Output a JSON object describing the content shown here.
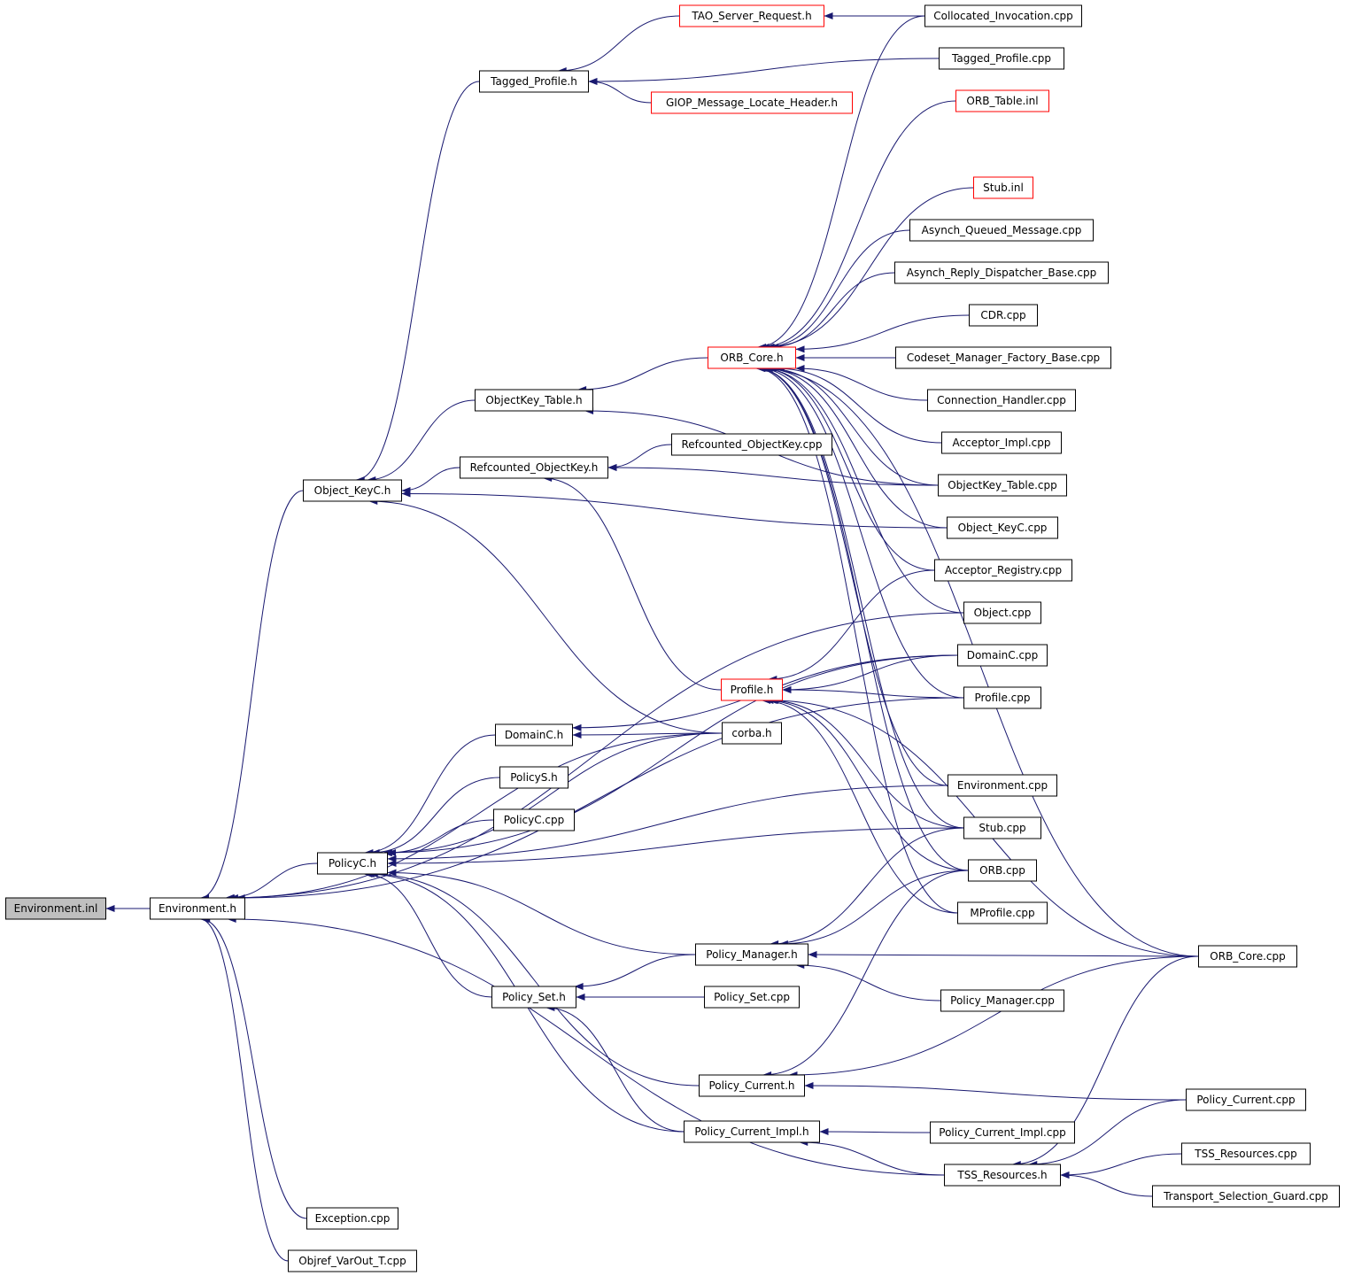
{
  "colors": {
    "edge": "#191970",
    "node_border": "#000000",
    "truncated_border": "#ff0000",
    "root_fill": "#bfbfbf"
  },
  "nodes": [
    {
      "id": "environment_inl",
      "label": "Environment.inl",
      "style": "root"
    },
    {
      "id": "environment_h",
      "label": "Environment.h"
    },
    {
      "id": "tao_server_request_h",
      "label": "TAO_Server_Request.h",
      "style": "truncated"
    },
    {
      "id": "collocated_invocation_cpp",
      "label": "Collocated_Invocation.cpp"
    },
    {
      "id": "tagged_profile_h",
      "label": "Tagged_Profile.h"
    },
    {
      "id": "tagged_profile_cpp",
      "label": "Tagged_Profile.cpp"
    },
    {
      "id": "giop_message_locate_header_h",
      "label": "GIOP_Message_Locate_Header.h",
      "style": "truncated"
    },
    {
      "id": "orb_table_inl",
      "label": "ORB_Table.inl",
      "style": "truncated"
    },
    {
      "id": "stub_inl",
      "label": "Stub.inl",
      "style": "truncated"
    },
    {
      "id": "asynch_queued_message_cpp",
      "label": "Asynch_Queued_Message.cpp"
    },
    {
      "id": "asynch_reply_dispatcher_base_cpp",
      "label": "Asynch_Reply_Dispatcher_Base.cpp"
    },
    {
      "id": "cdr_cpp",
      "label": "CDR.cpp"
    },
    {
      "id": "orb_core_h",
      "label": "ORB_Core.h",
      "style": "truncated"
    },
    {
      "id": "codeset_manager_factory_base_cpp",
      "label": "Codeset_Manager_Factory_Base.cpp"
    },
    {
      "id": "objectkey_table_h",
      "label": "ObjectKey_Table.h"
    },
    {
      "id": "connection_handler_cpp",
      "label": "Connection_Handler.cpp"
    },
    {
      "id": "refcounted_objectkey_cpp",
      "label": "Refcounted_ObjectKey.cpp"
    },
    {
      "id": "acceptor_impl_cpp",
      "label": "Acceptor_Impl.cpp"
    },
    {
      "id": "refcounted_objectkey_h",
      "label": "Refcounted_ObjectKey.h"
    },
    {
      "id": "objectkey_table_cpp",
      "label": "ObjectKey_Table.cpp"
    },
    {
      "id": "object_keyc_h",
      "label": "Object_KeyC.h"
    },
    {
      "id": "object_keyc_cpp",
      "label": "Object_KeyC.cpp"
    },
    {
      "id": "acceptor_registry_cpp",
      "label": "Acceptor_Registry.cpp"
    },
    {
      "id": "object_cpp",
      "label": "Object.cpp"
    },
    {
      "id": "domainc_cpp",
      "label": "DomainC.cpp"
    },
    {
      "id": "profile_h",
      "label": "Profile.h",
      "style": "truncated"
    },
    {
      "id": "profile_cpp",
      "label": "Profile.cpp"
    },
    {
      "id": "domainc_h",
      "label": "DomainC.h"
    },
    {
      "id": "corba_h",
      "label": "corba.h"
    },
    {
      "id": "policys_h",
      "label": "PolicyS.h"
    },
    {
      "id": "environment_cpp",
      "label": "Environment.cpp"
    },
    {
      "id": "policyc_cpp",
      "label": "PolicyC.cpp"
    },
    {
      "id": "stub_cpp",
      "label": "Stub.cpp"
    },
    {
      "id": "policyc_h",
      "label": "PolicyC.h"
    },
    {
      "id": "orb_cpp",
      "label": "ORB.cpp"
    },
    {
      "id": "mprofile_cpp",
      "label": "MProfile.cpp"
    },
    {
      "id": "policy_manager_h",
      "label": "Policy_Manager.h"
    },
    {
      "id": "orb_core_cpp",
      "label": "ORB_Core.cpp"
    },
    {
      "id": "policy_set_h",
      "label": "Policy_Set.h"
    },
    {
      "id": "policy_set_cpp",
      "label": "Policy_Set.cpp"
    },
    {
      "id": "policy_manager_cpp",
      "label": "Policy_Manager.cpp"
    },
    {
      "id": "policy_current_h",
      "label": "Policy_Current.h"
    },
    {
      "id": "policy_current_cpp",
      "label": "Policy_Current.cpp"
    },
    {
      "id": "policy_current_impl_h",
      "label": "Policy_Current_Impl.h"
    },
    {
      "id": "policy_current_impl_cpp",
      "label": "Policy_Current_Impl.cpp"
    },
    {
      "id": "tss_resources_cpp",
      "label": "TSS_Resources.cpp"
    },
    {
      "id": "tss_resources_h",
      "label": "TSS_Resources.h"
    },
    {
      "id": "transport_selection_guard_cpp",
      "label": "Transport_Selection_Guard.cpp"
    },
    {
      "id": "exception_cpp",
      "label": "Exception.cpp"
    },
    {
      "id": "objref_varout_t_cpp",
      "label": "Objref_VarOut_T.cpp"
    }
  ],
  "edges": [
    [
      "environment_h",
      "environment_inl"
    ],
    [
      "object_keyc_h",
      "environment_h"
    ],
    [
      "policyc_h",
      "environment_h"
    ],
    [
      "profile_cpp",
      "environment_h"
    ],
    [
      "tss_resources_h",
      "environment_h"
    ],
    [
      "exception_cpp",
      "environment_h"
    ],
    [
      "objref_varout_t_cpp",
      "environment_h"
    ],
    [
      "object_cpp",
      "environment_h"
    ],
    [
      "corba_h",
      "environment_h"
    ],
    [
      "tagged_profile_h",
      "object_keyc_h"
    ],
    [
      "objectkey_table_h",
      "object_keyc_h"
    ],
    [
      "refcounted_objectkey_h",
      "object_keyc_h"
    ],
    [
      "object_keyc_cpp",
      "object_keyc_h"
    ],
    [
      "corba_h",
      "object_keyc_h"
    ],
    [
      "tao_server_request_h",
      "tagged_profile_h"
    ],
    [
      "tagged_profile_cpp",
      "tagged_profile_h"
    ],
    [
      "giop_message_locate_header_h",
      "tagged_profile_h"
    ],
    [
      "collocated_invocation_cpp",
      "tao_server_request_h"
    ],
    [
      "orb_core_h",
      "objectkey_table_h"
    ],
    [
      "objectkey_table_cpp",
      "objectkey_table_h"
    ],
    [
      "refcounted_objectkey_cpp",
      "refcounted_objectkey_h"
    ],
    [
      "objectkey_table_cpp",
      "refcounted_objectkey_h"
    ],
    [
      "profile_h",
      "refcounted_objectkey_h"
    ],
    [
      "collocated_invocation_cpp",
      "orb_core_h"
    ],
    [
      "orb_table_inl",
      "orb_core_h"
    ],
    [
      "orb_core_cpp",
      "orb_core_h"
    ],
    [
      "stub_inl",
      "orb_core_h"
    ],
    [
      "asynch_queued_message_cpp",
      "orb_core_h"
    ],
    [
      "asynch_reply_dispatcher_base_cpp",
      "orb_core_h"
    ],
    [
      "cdr_cpp",
      "orb_core_h"
    ],
    [
      "codeset_manager_factory_base_cpp",
      "orb_core_h"
    ],
    [
      "connection_handler_cpp",
      "orb_core_h"
    ],
    [
      "acceptor_impl_cpp",
      "orb_core_h"
    ],
    [
      "objectkey_table_cpp",
      "orb_core_h"
    ],
    [
      "object_keyc_cpp",
      "orb_core_h"
    ],
    [
      "acceptor_registry_cpp",
      "orb_core_h"
    ],
    [
      "object_cpp",
      "orb_core_h"
    ],
    [
      "profile_cpp",
      "orb_core_h"
    ],
    [
      "stub_cpp",
      "orb_core_h"
    ],
    [
      "orb_cpp",
      "orb_core_h"
    ],
    [
      "environment_cpp",
      "orb_core_h"
    ],
    [
      "mprofile_cpp",
      "orb_core_h"
    ],
    [
      "acceptor_registry_cpp",
      "profile_h"
    ],
    [
      "domainc_cpp",
      "profile_h"
    ],
    [
      "profile_cpp",
      "profile_h"
    ],
    [
      "orb_core_cpp",
      "profile_h"
    ],
    [
      "stub_cpp",
      "profile_h"
    ],
    [
      "orb_cpp",
      "profile_h"
    ],
    [
      "mprofile_cpp",
      "profile_h"
    ],
    [
      "corba_h",
      "domainc_h"
    ],
    [
      "domainc_cpp",
      "domainc_h"
    ],
    [
      "corba_h",
      "policyc_h"
    ],
    [
      "domainc_h",
      "policyc_h"
    ],
    [
      "policys_h",
      "policyc_h"
    ],
    [
      "policyc_cpp",
      "policyc_h"
    ],
    [
      "domainc_cpp",
      "policyc_h"
    ],
    [
      "environment_cpp",
      "policyc_h"
    ],
    [
      "policy_manager_h",
      "policyc_h"
    ],
    [
      "policy_set_h",
      "policyc_h"
    ],
    [
      "policy_current_h",
      "policyc_h"
    ],
    [
      "policy_current_impl_h",
      "policyc_h"
    ],
    [
      "stub_cpp",
      "policyc_h"
    ],
    [
      "policy_set_cpp",
      "policy_set_h"
    ],
    [
      "policy_manager_h",
      "policy_set_h"
    ],
    [
      "policy_current_impl_h",
      "policy_set_h"
    ],
    [
      "orb_core_cpp",
      "policy_manager_h"
    ],
    [
      "policy_manager_cpp",
      "policy_manager_h"
    ],
    [
      "stub_cpp",
      "policy_manager_h"
    ],
    [
      "orb_cpp",
      "policy_manager_h"
    ],
    [
      "orb_core_cpp",
      "policy_current_h"
    ],
    [
      "policy_current_cpp",
      "policy_current_h"
    ],
    [
      "orb_cpp",
      "policy_current_h"
    ],
    [
      "policy_current_impl_cpp",
      "policy_current_impl_h"
    ],
    [
      "tss_resources_h",
      "policy_current_impl_h"
    ],
    [
      "orb_core_cpp",
      "tss_resources_h"
    ],
    [
      "policy_current_cpp",
      "tss_resources_h"
    ],
    [
      "tss_resources_cpp",
      "tss_resources_h"
    ],
    [
      "transport_selection_guard_cpp",
      "tss_resources_h"
    ]
  ]
}
